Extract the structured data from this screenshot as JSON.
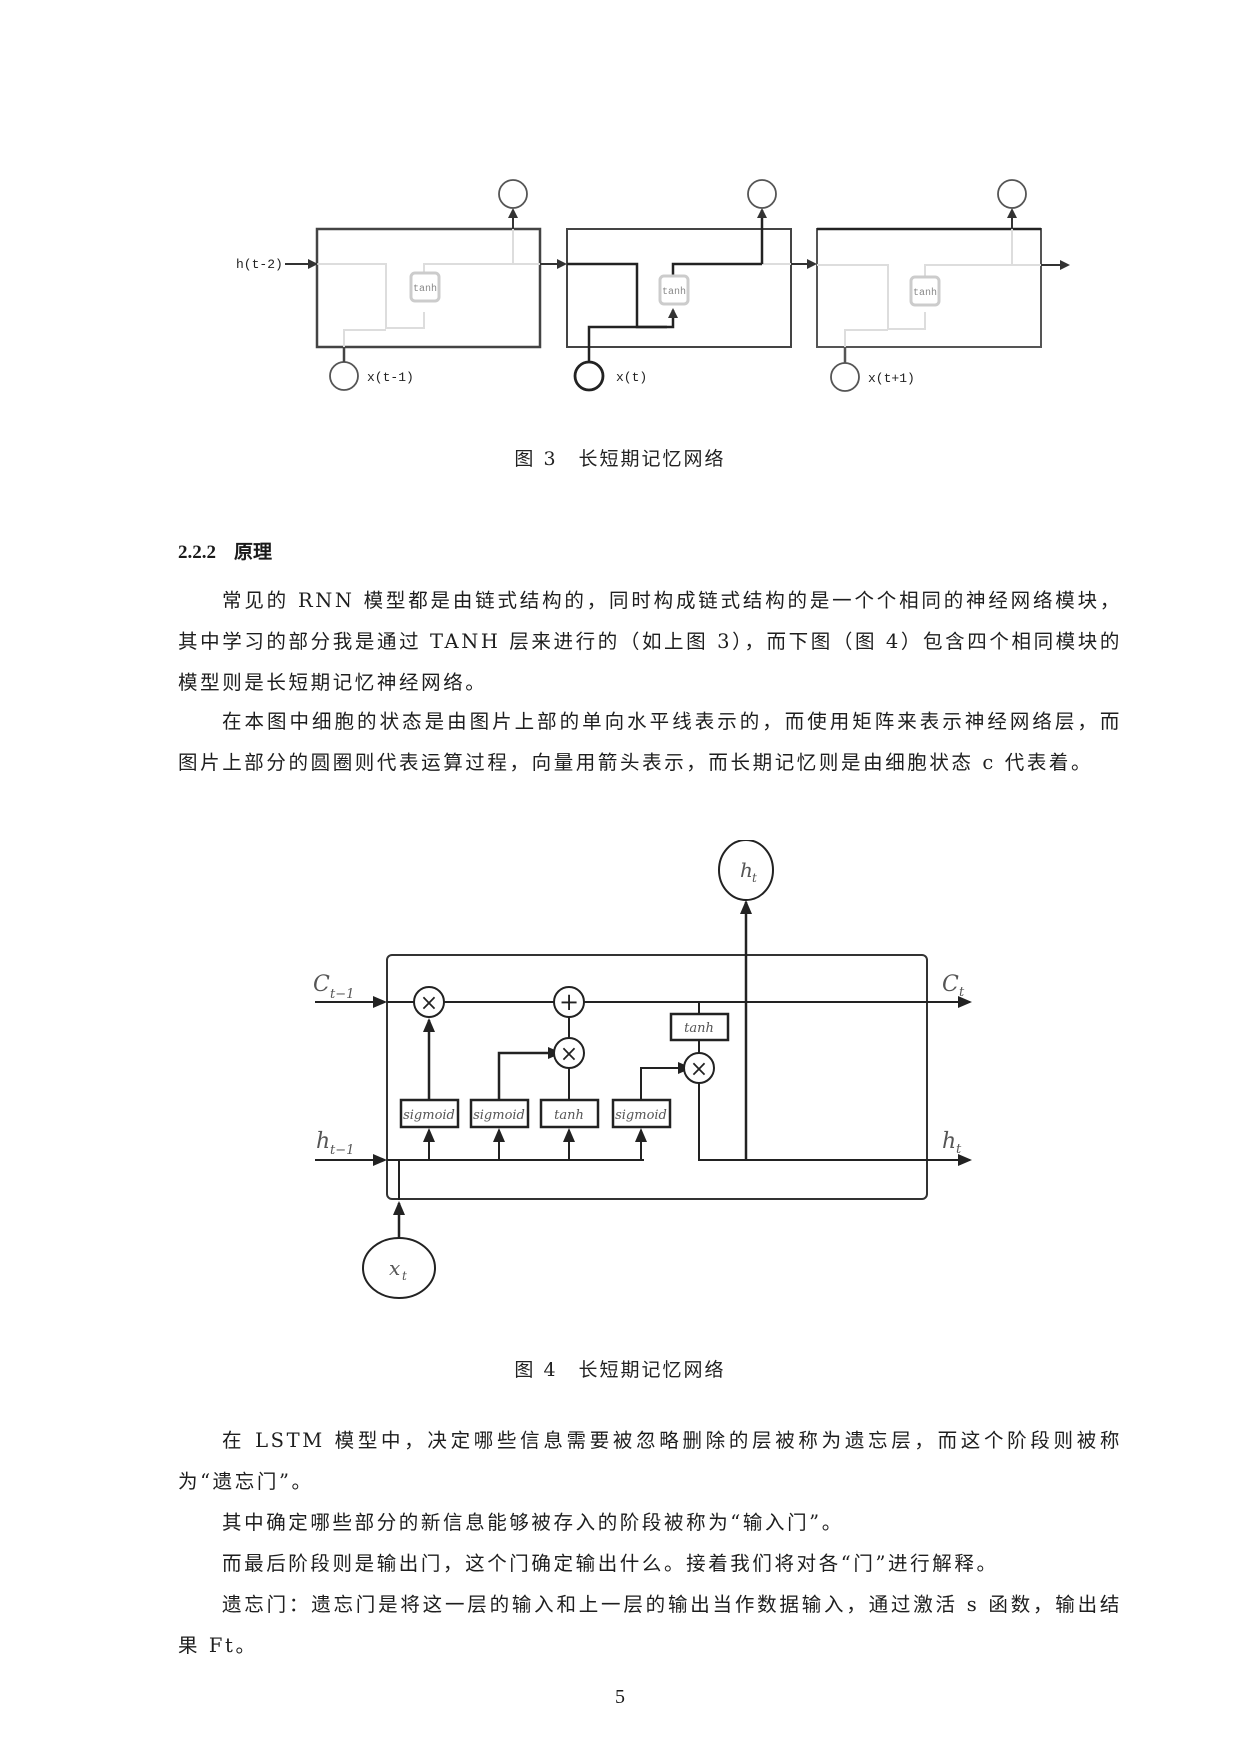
{
  "figure3": {
    "labels": {
      "h_prev": "h(t-2)",
      "x_inputs": [
        "x(t-1)",
        "x(t)",
        "x(t+1)"
      ],
      "cell_layer": "tanh"
    },
    "caption": "图 3　长短期记忆网络"
  },
  "section": {
    "number": "2.2.2",
    "title": "原理"
  },
  "paragraphs_top": [
    "常见的 RNN 模型都是由链式结构的，同时构成链式结构的是一个个相同的神经网络模块，其中学习的部分我是通过 TANH 层来进行的（如上图 3），而下图（图 4）包含四个相同模块的模型则是长短期记忆神经网络。",
    "在本图中细胞的状态是由图片上部的单向水平线表示的，而使用矩阵来表示神经网络层，而图片上部分的圆圈则代表运算过程，向量用箭头表示，而长期记忆则是由细胞状态 c 代表着。"
  ],
  "figure4": {
    "labels": {
      "c_prev": "C",
      "c_prev_sub": "t−1",
      "c_out": "C",
      "c_out_sub": "t",
      "h_prev": "h",
      "h_prev_sub": "t−1",
      "h_out": "h",
      "h_out_sub": "t",
      "h_top": "h",
      "h_top_sub": "t",
      "x_in": "x",
      "x_in_sub": "t",
      "gates": [
        "sigmoid",
        "sigmoid",
        "tanh",
        "sigmoid"
      ],
      "cell_tanh": "tanh",
      "op_multiply": "×",
      "op_add": "+"
    },
    "caption": "图 4　长短期记忆网络"
  },
  "paragraphs_bottom": [
    "在 LSTM 模型中，决定哪些信息需要被忽略删除的层被称为遗忘层，而这个阶段则被称为“遗忘门”。",
    "其中确定哪些部分的新信息能够被存入的阶段被称为“输入门”。",
    "而最后阶段则是输出门，这个门确定输出什么。接着我们将对各“门”进行解释。",
    "遗忘门：遗忘门是将这一层的输入和上一层的输出当作数据输入，通过激活 s 函数，输出结果 Ft。"
  ],
  "page_number": "5"
}
